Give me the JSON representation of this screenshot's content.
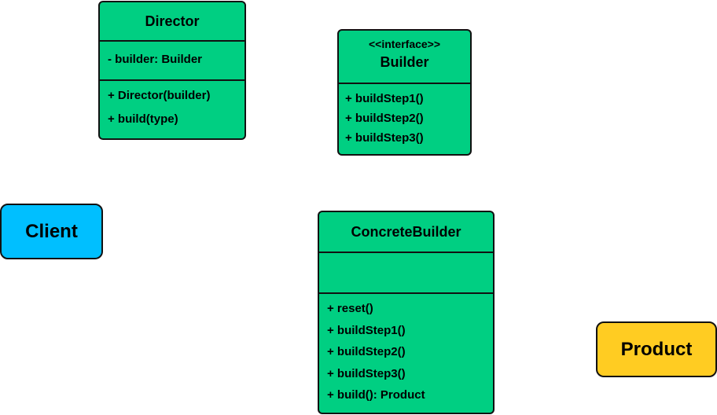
{
  "director": {
    "name": "Director",
    "attributes": [
      "- builder: Builder"
    ],
    "operations": [
      "+ Director(builder)",
      "+ build(type)"
    ]
  },
  "builder": {
    "stereotype": "<<interface>>",
    "name": "Builder",
    "operations": [
      "+ buildStep1()",
      "+ buildStep2()",
      "+ buildStep3()"
    ]
  },
  "concrete_builder": {
    "name": "ConcreteBuilder",
    "attributes": [],
    "operations": [
      "+ reset()",
      "+ buildStep1()",
      "+ buildStep2()",
      "+ buildStep3()",
      "+ build(): Product"
    ]
  },
  "client": {
    "label": "Client"
  },
  "product": {
    "label": "Product"
  },
  "colors": {
    "class_fill": "#00cf82",
    "client_fill": "#00bfff",
    "product_fill": "#ffcc22",
    "border": "#111111"
  }
}
